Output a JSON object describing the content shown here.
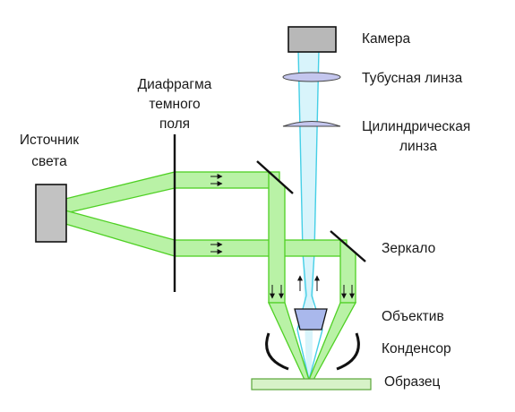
{
  "labels": {
    "light_source": [
      "Источник",
      "света"
    ],
    "dark_field_diaphragm": [
      "Диафрагма",
      "темного",
      "поля"
    ],
    "camera": "Камера",
    "tube_lens": "Тубусная линза",
    "cylindrical_lens": [
      "Цилиндрическая",
      "линза"
    ],
    "mirror": "Зеркало",
    "objective": "Объектив",
    "condenser": "Конденсор",
    "sample": "Образец"
  },
  "colors": {
    "beam_fill": "#b9f2a6",
    "beam_stroke": "#4fd024",
    "imaging_fill": "#d8f4fb",
    "imaging_stroke": "#45cfe6",
    "lens_fill": "#c4c6ee",
    "objective_fill": "#a9b8ec",
    "camera_fill": "#b8b8b8",
    "source_fill": "#c2c2c2",
    "sample_fill": "#d7f2c8",
    "sample_stroke": "#5aa53a",
    "line_color": "#1f1f1f"
  },
  "icons": {
    "camera": "camera-rect",
    "light_source": "lamp-rect",
    "mirror": "mirror-line",
    "condenser": "condenser-arc"
  }
}
